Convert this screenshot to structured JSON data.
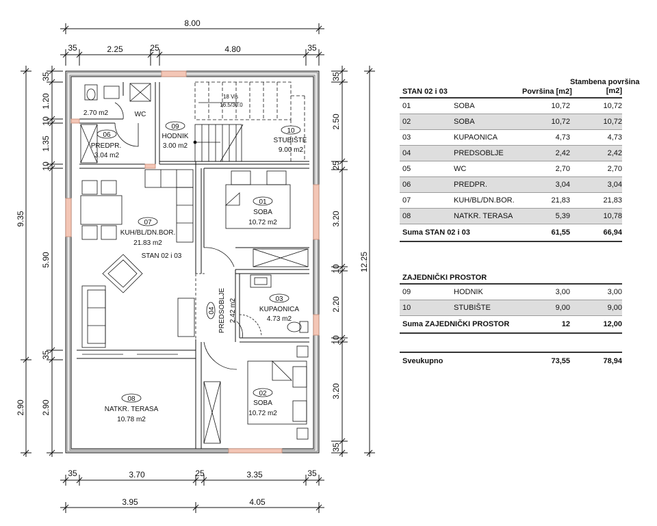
{
  "plan": {
    "dims_top": {
      "overall": "8.00",
      "seg1": "35",
      "seg2": "2.25",
      "seg3": "25",
      "seg4": "4.80",
      "seg5": "35"
    },
    "dims_bottom": {
      "seg1": "35",
      "seg2": "3.70",
      "seg3": "25",
      "seg4": "3.35",
      "seg5": "35",
      "overall1": "3.95",
      "overall2": "4.05"
    },
    "dims_left": {
      "overall": "9.35",
      "a": "35",
      "b": "1.20",
      "c": "10",
      "d": "1.35",
      "e": "10",
      "f": "5.90",
      "g": "35",
      "h": "2.90",
      "h2": "2.90"
    },
    "dims_right": {
      "overall": "12.25",
      "a": "35",
      "b": "2.50",
      "c": "25",
      "d": "3.20",
      "e": "10",
      "f": "2.20",
      "g": "10",
      "h": "3.20",
      "i": "35"
    },
    "rooms": {
      "r05": {
        "num": "",
        "name": "WC",
        "area": "2.70 m2"
      },
      "r06": {
        "num": "06",
        "name": "PREDPR.",
        "area": "3.04 m2"
      },
      "r09": {
        "num": "09",
        "name": "HODNIK",
        "area": "3.00 m2"
      },
      "r10": {
        "num": "10",
        "name": "STUBIŠTE",
        "area": "9.00 m2"
      },
      "r01": {
        "num": "01",
        "name": "SOBA",
        "area": "10.72 m2"
      },
      "r07": {
        "num": "07",
        "name": "KUH/BL/DN.BOR.",
        "area": "21.83 m2",
        "extra": "STAN 02 i 03"
      },
      "r04": {
        "num": "04",
        "name": "PREDSOBLJE",
        "area": "2.42 m2"
      },
      "r03": {
        "num": "03",
        "name": "KUPAONICA",
        "area": "4.73 m2"
      },
      "r02": {
        "num": "02",
        "name": "SOBA",
        "area": "10.72 m2"
      },
      "r08": {
        "num": "08",
        "name": "NATKR. TERASA",
        "area": "10.78 m2"
      }
    },
    "stair_note": {
      "line1": "18 Vis",
      "line2": "16.5/30.0"
    }
  },
  "table": {
    "title": "STAN 02 i 03",
    "col_area": "Površina [m2]",
    "col_living_1": "Stambena površina",
    "col_living_2": "[m2]",
    "rows": [
      {
        "no": "01",
        "name": "SOBA",
        "area": "10,72",
        "living": "10,72"
      },
      {
        "no": "02",
        "name": "SOBA",
        "area": "10,72",
        "living": "10,72"
      },
      {
        "no": "03",
        "name": "KUPAONICA",
        "area": "4,73",
        "living": "4,73"
      },
      {
        "no": "04",
        "name": "PREDSOBLJE",
        "area": "2,42",
        "living": "2,42"
      },
      {
        "no": "05",
        "name": "WC",
        "area": "2,70",
        "living": "2,70"
      },
      {
        "no": "06",
        "name": "PREDPR.",
        "area": "3,04",
        "living": "3,04"
      },
      {
        "no": "07",
        "name": "KUH/BL/DN.BOR.",
        "area": "21,83",
        "living": "21,83"
      },
      {
        "no": "08",
        "name": "NATKR. TERASA",
        "area": "5,39",
        "living": "10,78"
      }
    ],
    "sum": {
      "label": "Suma STAN 02 i 03",
      "area": "61,55",
      "living": "66,94"
    },
    "common_title": "ZAJEDNIČKI PROSTOR",
    "common_rows": [
      {
        "no": "09",
        "name": "HODNIK",
        "area": "3,00",
        "living": "3,00"
      },
      {
        "no": "10",
        "name": "STUBIŠTE",
        "area": "9,00",
        "living": "9,00"
      }
    ],
    "common_sum": {
      "label": "Suma ZAJEDNIČKI PROSTOR",
      "area": "12",
      "living": "12,00"
    },
    "total": {
      "label": "Sveukupno",
      "area": "73,55",
      "living": "78,94"
    }
  }
}
